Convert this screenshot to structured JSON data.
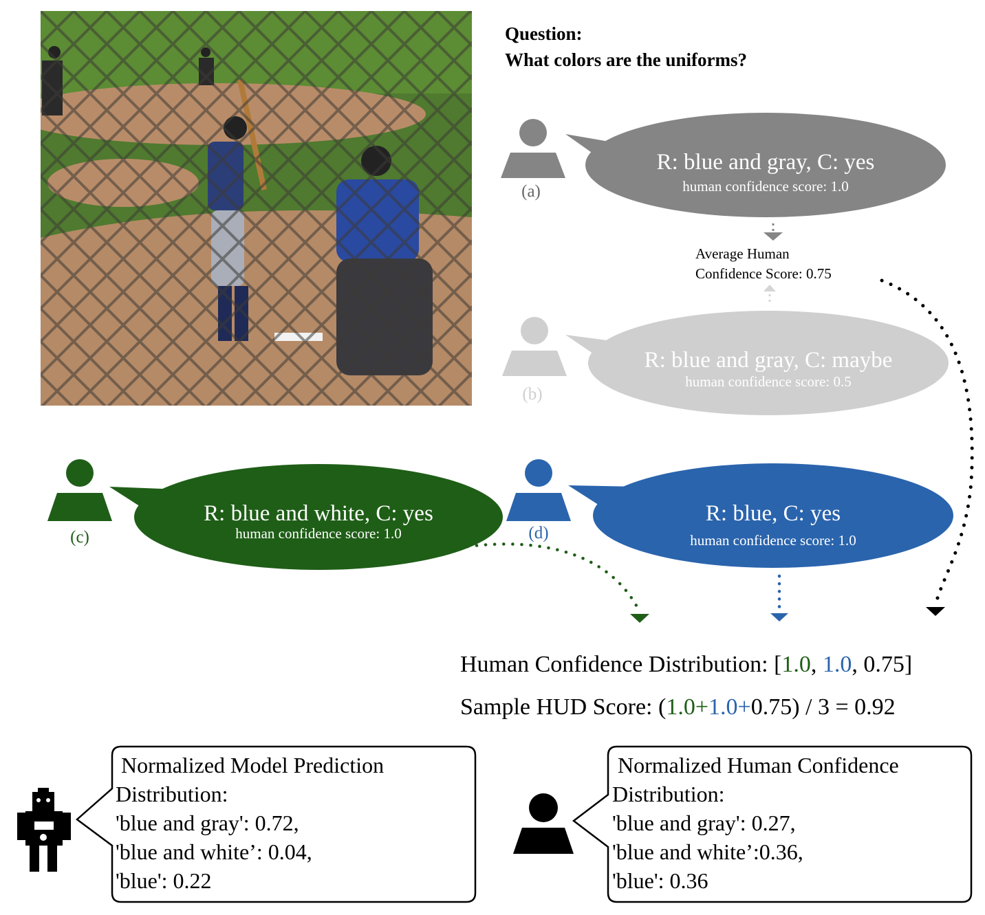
{
  "question": {
    "label": "Question:",
    "text": "What colors are the uniforms?"
  },
  "annotators": {
    "a": {
      "label": "(a)",
      "response": "R: blue and gray, C: yes",
      "score": "human confidence score: 1.0",
      "color": "#858585"
    },
    "b": {
      "label": "(b)",
      "response": "R: blue and gray, C: maybe",
      "score": "human confidence score: 0.5",
      "color": "#cfcfcf"
    },
    "c": {
      "label": "(c)",
      "response": "R: blue and white, C: yes",
      "score": "human confidence score: 1.0",
      "color": "#1f5e17"
    },
    "d": {
      "label": "(d)",
      "response": "R: blue, C: yes",
      "score": "human confidence score: 1.0",
      "color": "#2a64ad"
    }
  },
  "average": {
    "line1": "Average Human",
    "line2": "Confidence Score: 0.75"
  },
  "hcd": {
    "prefix": "Human Confidence Distribution: [",
    "v1": "1.0",
    "sep1": ", ",
    "v2": "1.0",
    "sep2": ", ",
    "v3": "0.75",
    "suffix": "]"
  },
  "hud": {
    "prefix": "Sample HUD Score: (",
    "v1": "1.0+",
    "v2": "1.0+",
    "rest": "0.75) / 3 = 0.92"
  },
  "model_box": {
    "lines": [
      "Normalized Model Prediction",
      "Distribution:",
      "'blue and gray': 0.72,",
      "'blue and white’: 0.04,",
      "'blue': 0.22"
    ]
  },
  "human_box": {
    "lines": [
      "Normalized Human Confidence",
      "Distribution:",
      "'blue and gray': 0.27,",
      "'blue and white’:0.36,",
      "'blue': 0.36"
    ]
  },
  "icons": [
    "baseball-photo",
    "person-icon",
    "robot-icon"
  ]
}
